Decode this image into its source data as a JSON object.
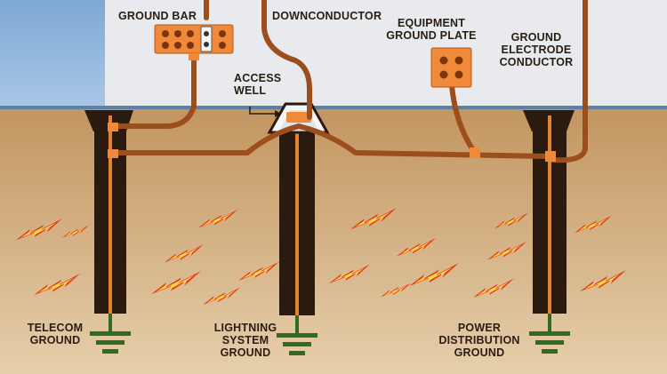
{
  "labels": {
    "ground_bar": "GROUND BAR",
    "downconductor": "DOWNCONDUCTOR",
    "equipment_ground_plate": "EQUIPMENT\nGROUND PLATE",
    "ground_electrode_conductor": "GROUND\nELECTRODE\nCONDUCTOR",
    "access_well": "ACCESS\nWELL",
    "telecom_ground": "TELECOM\nGROUND",
    "lightning_system_ground": "LIGHTNING\nSYSTEM\nGROUND",
    "power_distribution_ground": "POWER\nDISTRIBUTION\nGROUND"
  },
  "colors": {
    "sky": "#8fb6da",
    "building": "#e9eaed",
    "soil_top": "#c9a06d",
    "soil_bottom": "#e3c8a2",
    "conductor": "#9c4f1c",
    "electrode_hole": "#2b1a0f",
    "electrode_rod": "#e2832f",
    "terminal": "#f08a3a",
    "ground_symbol": "#2f6b22",
    "spark_outer": "#e23b1d",
    "spark_inner": "#ffd84a"
  },
  "icons": [
    "ground-bar-icon",
    "equipment-ground-plate-icon",
    "ground-symbol-icon",
    "lightning-spark-icon"
  ]
}
